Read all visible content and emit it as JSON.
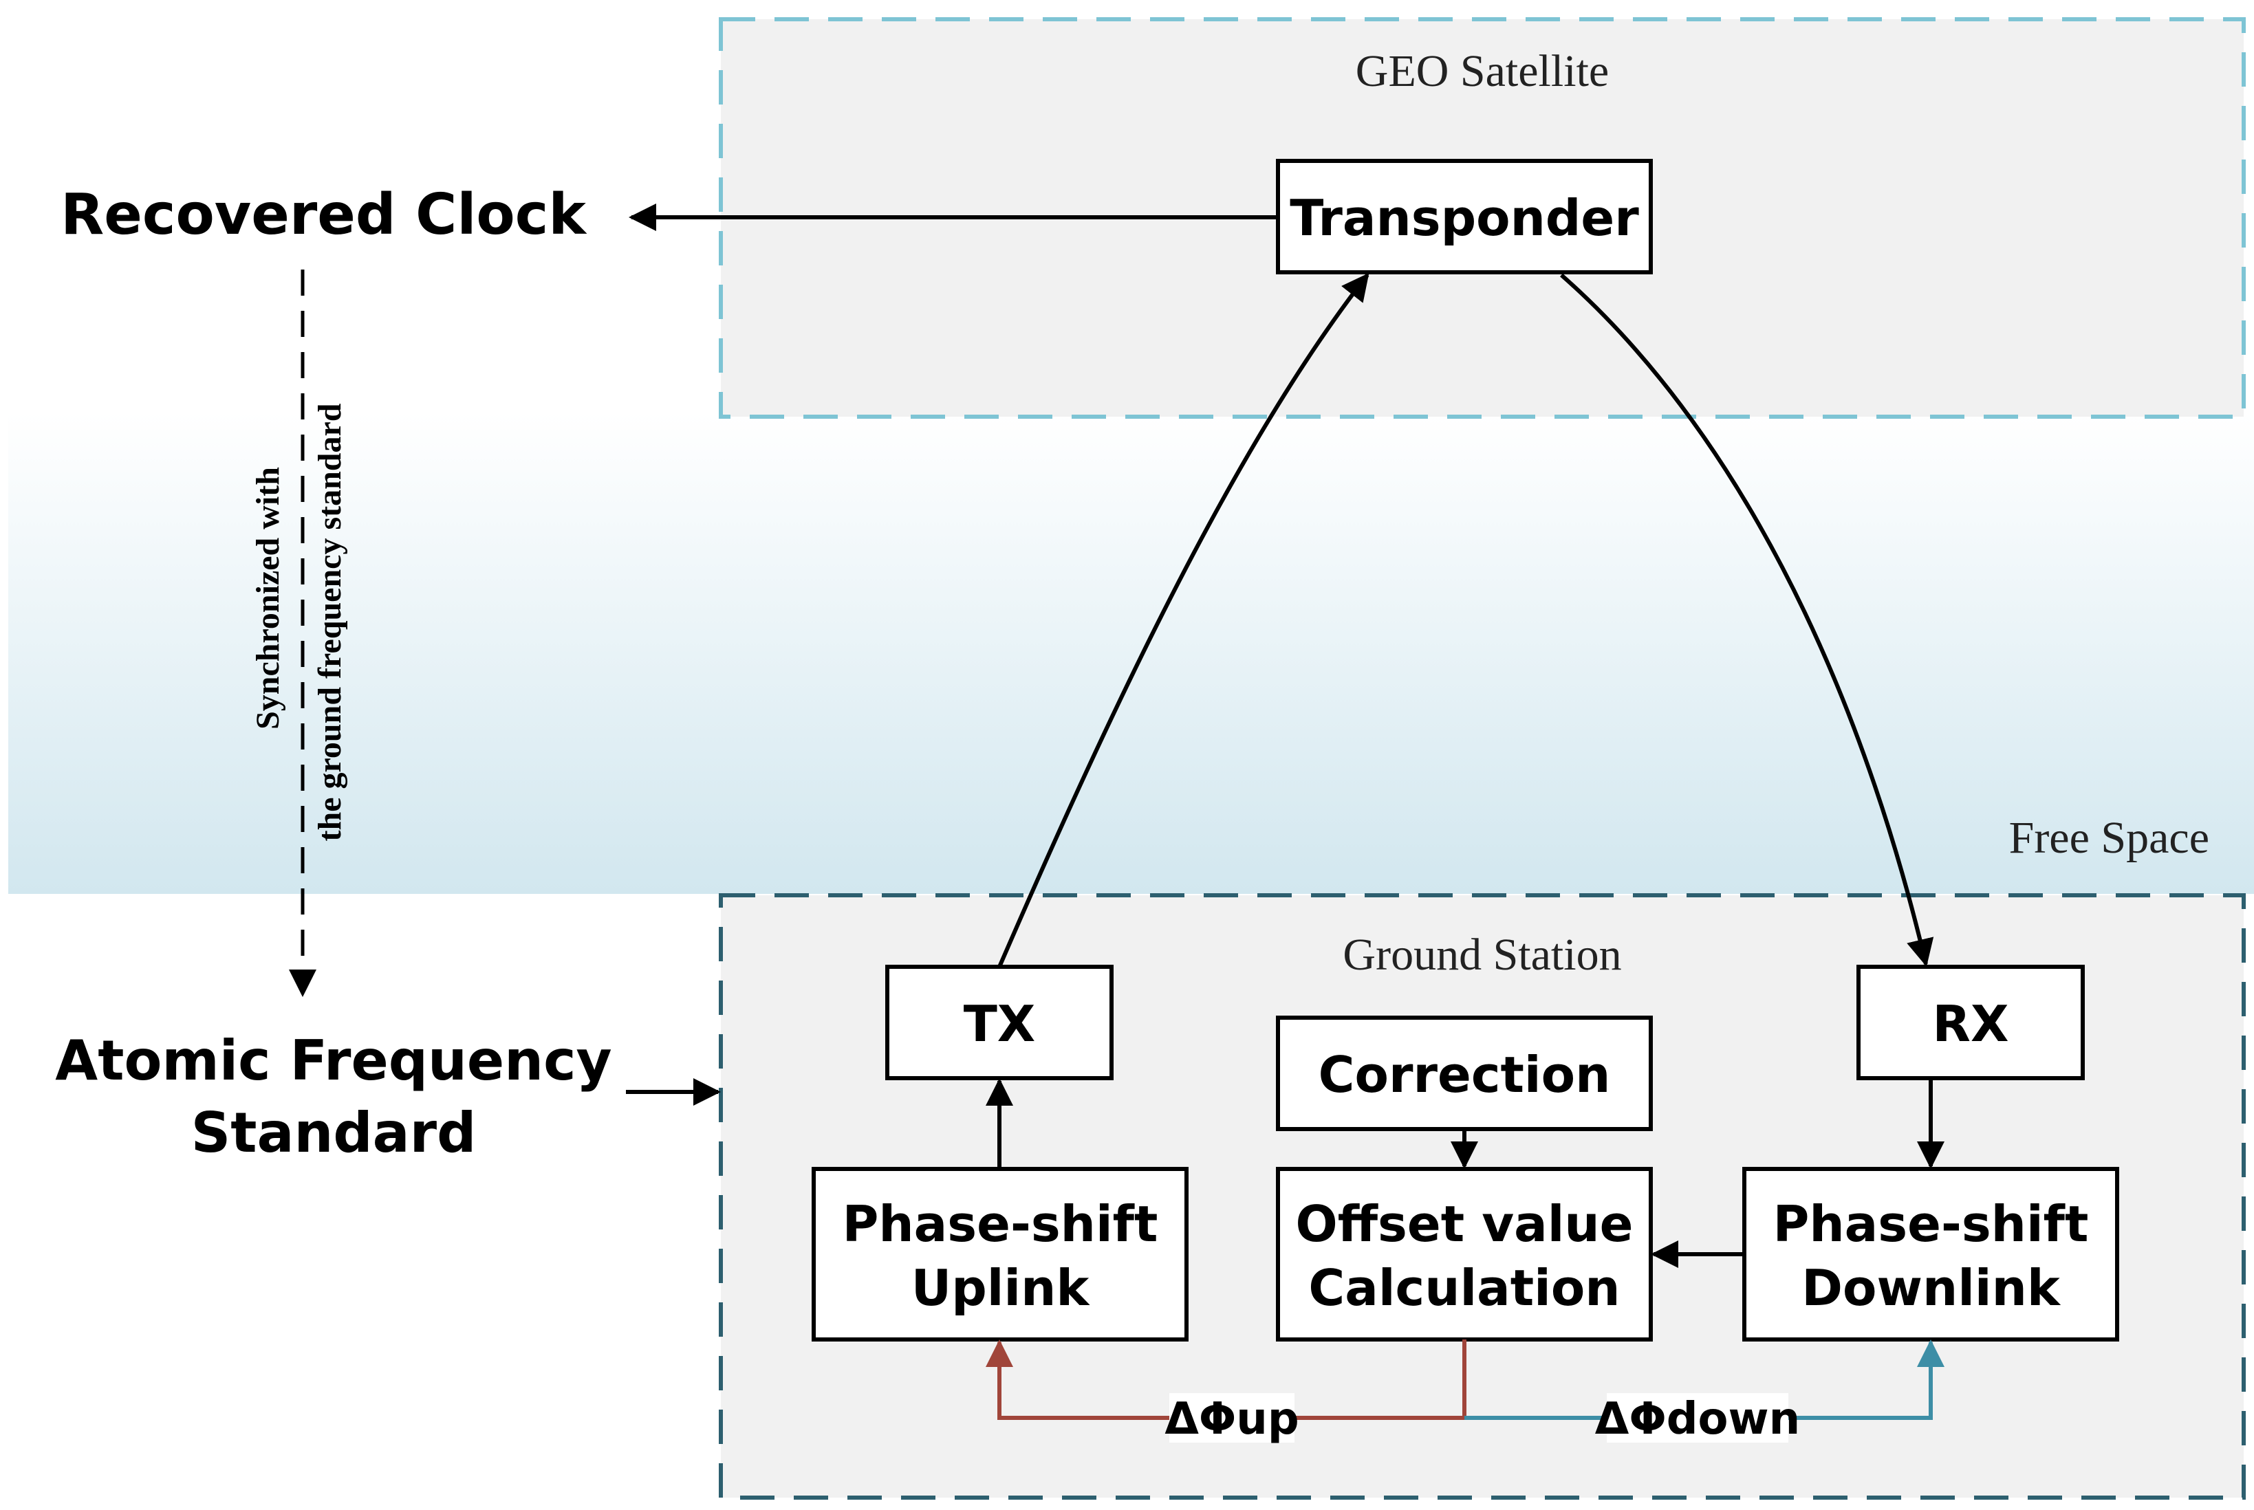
{
  "regions": {
    "satellite": {
      "label": "GEO Satellite",
      "border_color": "#7ec4d4",
      "fill": "#f1f1f1"
    },
    "free_space": {
      "label": "Free Space",
      "gradient_top": "#ffffff",
      "gradient_bottom": "#d2e7ef"
    },
    "ground": {
      "label": "Ground Station",
      "border_color": "#2d5f6f",
      "fill": "#f1f1f1"
    }
  },
  "left": {
    "recovered_clock": "Recovered Clock",
    "sync_line1": "Synchronized with",
    "sync_line2": "the ground frequency standard",
    "atomic_line1": "Atomic Frequency",
    "atomic_line2": "Standard"
  },
  "blocks": {
    "transponder": "Transponder",
    "tx": "TX",
    "rx": "RX",
    "correction": "Correction",
    "phase_up_1": "Phase-shift",
    "phase_up_2": "Uplink",
    "offset_1": "Offset value",
    "offset_2": "Calculation",
    "phase_down_1": "Phase-shift",
    "phase_down_2": "Downlink"
  },
  "feedback": {
    "up_label": "ΔΦup",
    "down_label": "ΔΦdown",
    "up_color": "#a0453a",
    "down_color": "#3d8ea6"
  }
}
